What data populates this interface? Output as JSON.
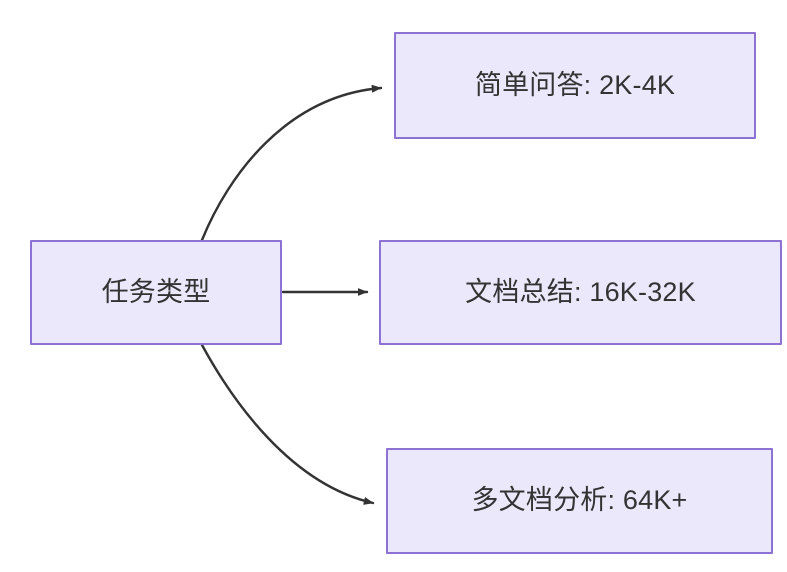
{
  "diagram": {
    "title": "任务类型",
    "background_color": "#ffffff",
    "node_fill_color": "#eae8fa",
    "node_border_color": "#8d72d4",
    "node_text_color": "#333333",
    "edge_color": "#333333",
    "nodes": [
      {
        "id": "source",
        "label": "任务类型",
        "role": "root"
      },
      {
        "id": "simple-qa",
        "label": "简单问答: 2K-4K",
        "role": "leaf"
      },
      {
        "id": "doc-summary",
        "label": "文档总结: 16K-32K",
        "role": "leaf"
      },
      {
        "id": "multidoc",
        "label": "多文档分析: 64K+",
        "role": "leaf"
      }
    ],
    "edges": [
      {
        "id": "edge-source-simple-qa",
        "from": "source",
        "to": "simple-qa",
        "style": "curved",
        "arrowhead": "filled-triangle"
      },
      {
        "id": "edge-source-doc-summary",
        "from": "source",
        "to": "doc-summary",
        "style": "straight",
        "arrowhead": "filled-triangle"
      },
      {
        "id": "edge-source-multidoc",
        "from": "source",
        "to": "multidoc",
        "style": "curved",
        "arrowhead": "filled-triangle"
      }
    ]
  }
}
